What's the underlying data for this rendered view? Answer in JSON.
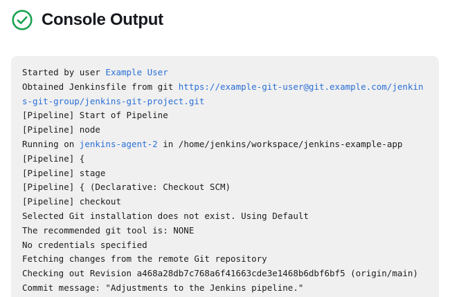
{
  "header": {
    "title": "Console Output",
    "status_icon": "check-circle-icon",
    "status_color": "#18a351"
  },
  "theme": {
    "page_background": "#ffffff",
    "panel_background": "#f0f0f0",
    "text_color": "#1b1b1b",
    "muted_text_color": "#b3b3b3",
    "link_color": "#2a6fd6"
  },
  "console": {
    "lines": [
      {
        "style": "normal",
        "segments": [
          {
            "type": "text",
            "value": "Started by user "
          },
          {
            "type": "link",
            "value": "Example User"
          }
        ]
      },
      {
        "style": "normal",
        "segments": [
          {
            "type": "text",
            "value": "Obtained Jenkinsfile from git "
          },
          {
            "type": "link",
            "value": "https://example-git-user@git.example.com/jenkins-git-group/jenkins-git-project.git"
          }
        ]
      },
      {
        "style": "muted",
        "segments": [
          {
            "type": "text",
            "value": "[Pipeline] Start of Pipeline"
          }
        ]
      },
      {
        "style": "muted",
        "segments": [
          {
            "type": "text",
            "value": "[Pipeline] node"
          }
        ]
      },
      {
        "style": "normal",
        "segments": [
          {
            "type": "text",
            "value": "Running on "
          },
          {
            "type": "link",
            "value": "jenkins-agent-2"
          },
          {
            "type": "text",
            "value": " in /home/jenkins/workspace/jenkins-example-app"
          }
        ]
      },
      {
        "style": "muted",
        "segments": [
          {
            "type": "text",
            "value": "[Pipeline] {"
          }
        ]
      },
      {
        "style": "muted",
        "segments": [
          {
            "type": "text",
            "value": "[Pipeline] stage"
          }
        ]
      },
      {
        "style": "muted",
        "segments": [
          {
            "type": "text",
            "value": "[Pipeline] { (Declarative: Checkout SCM)"
          }
        ]
      },
      {
        "style": "muted",
        "segments": [
          {
            "type": "text",
            "value": "[Pipeline] checkout"
          }
        ]
      },
      {
        "style": "normal",
        "segments": [
          {
            "type": "text",
            "value": "Selected Git installation does not exist. Using Default"
          }
        ]
      },
      {
        "style": "normal",
        "segments": [
          {
            "type": "text",
            "value": "The recommended git tool is: NONE"
          }
        ]
      },
      {
        "style": "normal",
        "segments": [
          {
            "type": "text",
            "value": "No credentials specified"
          }
        ]
      },
      {
        "style": "normal",
        "segments": [
          {
            "type": "text",
            "value": "Fetching changes from the remote Git repository"
          }
        ]
      },
      {
        "style": "normal",
        "segments": [
          {
            "type": "text",
            "value": "Checking out Revision a468a28db7c768a6f41663cde3e1468b6dbf6bf5 (origin/main)"
          }
        ]
      },
      {
        "style": "normal",
        "segments": [
          {
            "type": "text",
            "value": "Commit message: \"Adjustments to the Jenkins pipeline.\""
          }
        ]
      }
    ]
  }
}
